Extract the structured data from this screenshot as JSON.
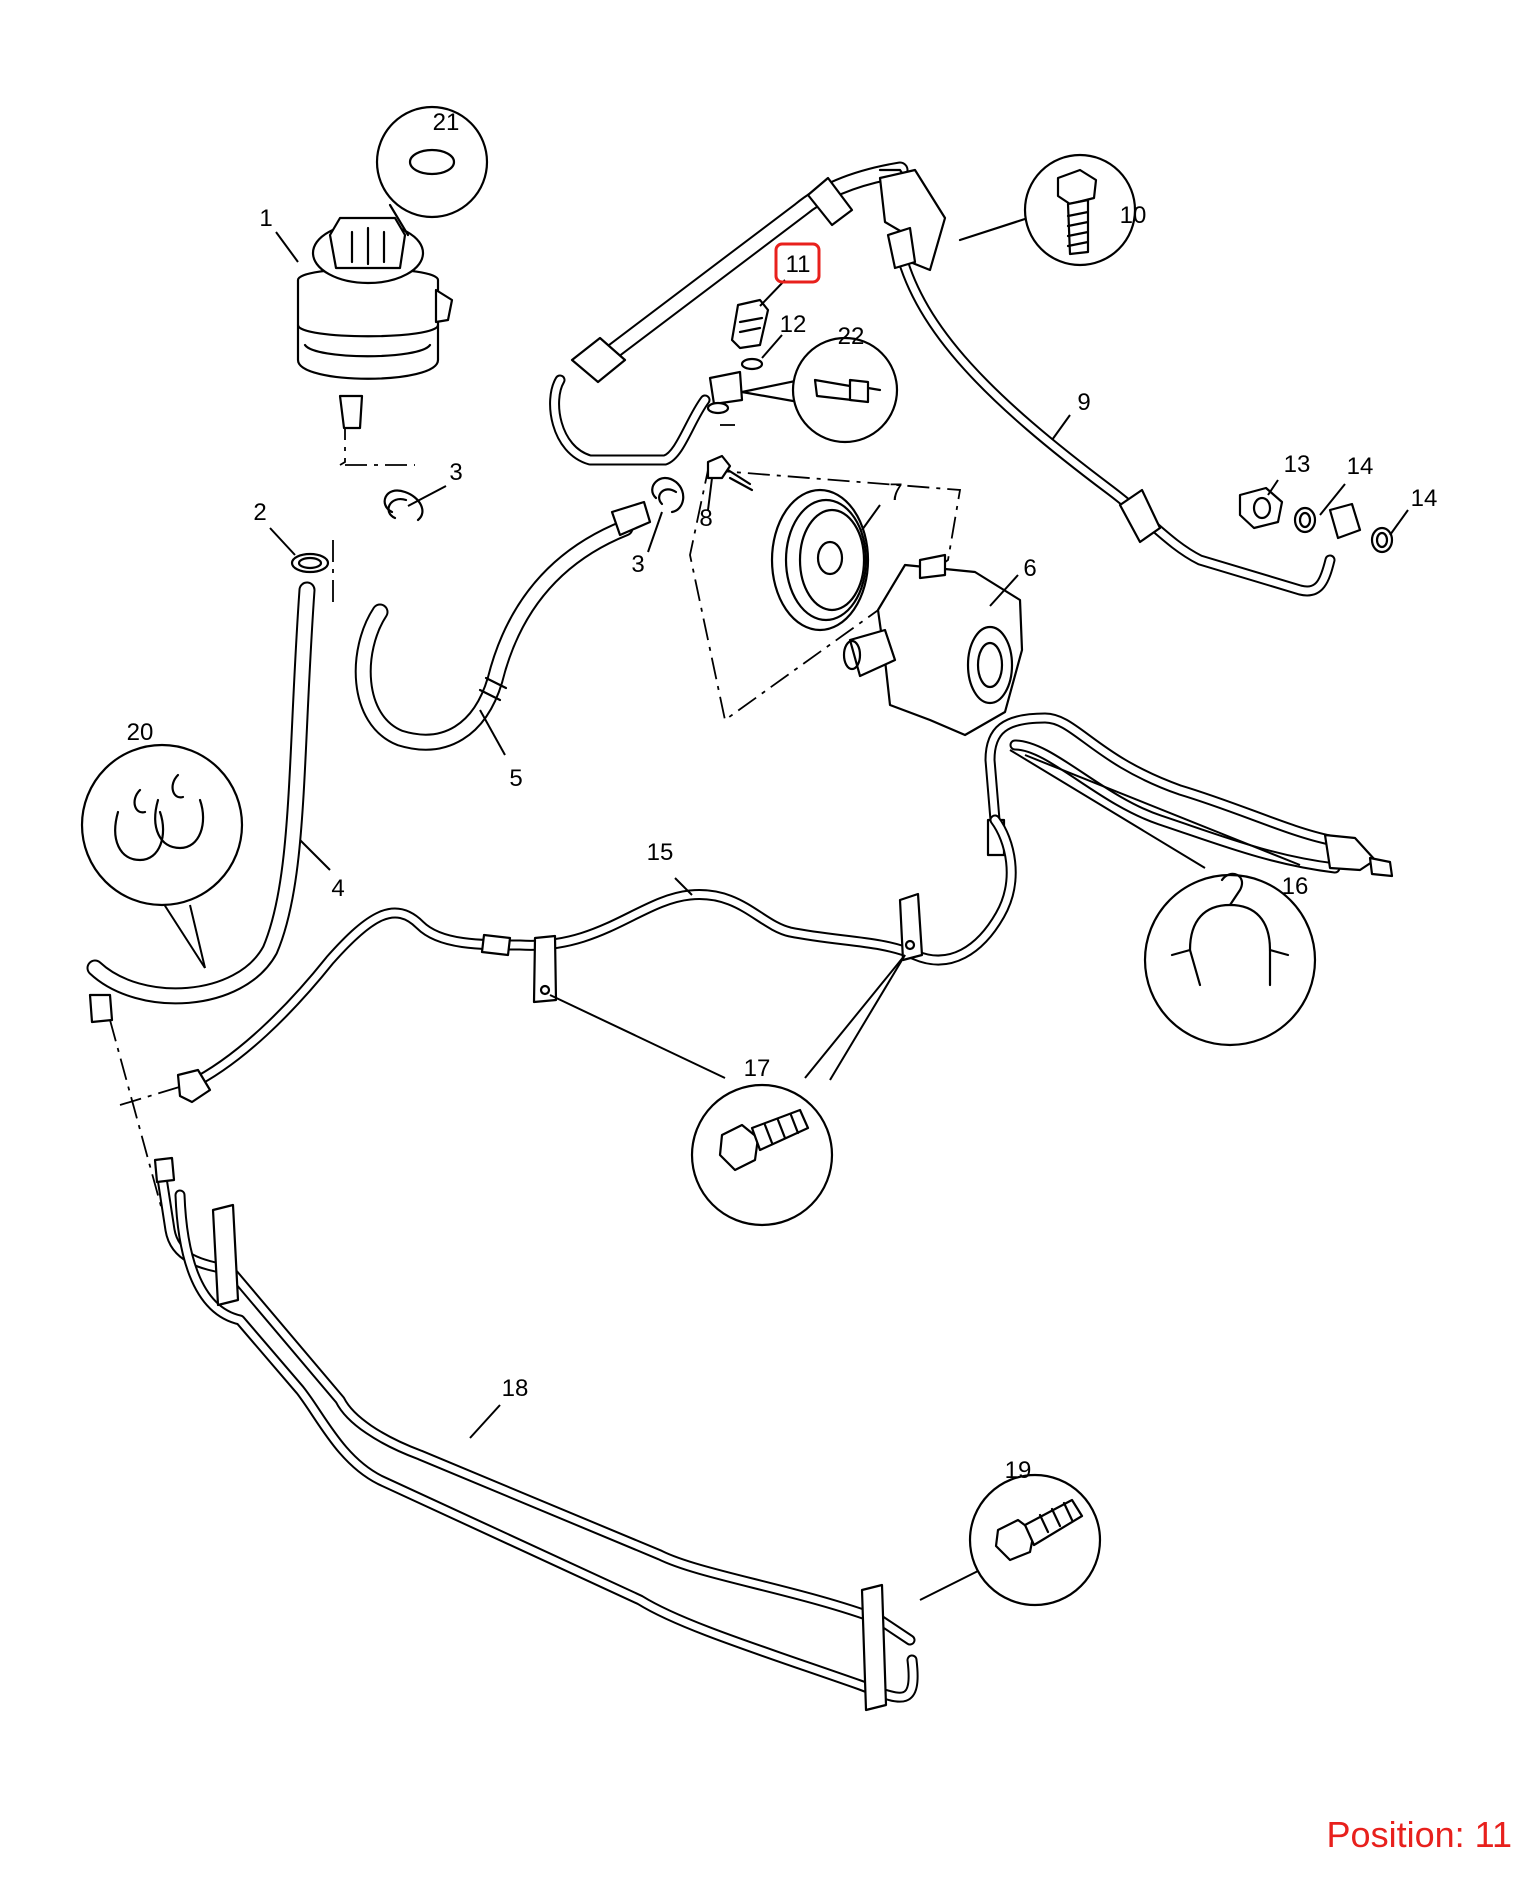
{
  "labels": {
    "p1": "1",
    "p2": "2",
    "p3a": "3",
    "p3b": "3",
    "p4": "4",
    "p5": "5",
    "p6": "6",
    "p7": "7",
    "p8": "8",
    "p9": "9",
    "p10": "10",
    "p11": "11",
    "p12": "12",
    "p13": "13",
    "p14a": "14",
    "p14b": "14",
    "p15": "15",
    "p16": "16",
    "p17": "17",
    "p18": "18",
    "p19": "19",
    "p20": "20",
    "p21": "21",
    "p22": "22"
  },
  "position_text": "Position: 11",
  "highlight_color": "#e8201c",
  "highlighted_part": "11"
}
